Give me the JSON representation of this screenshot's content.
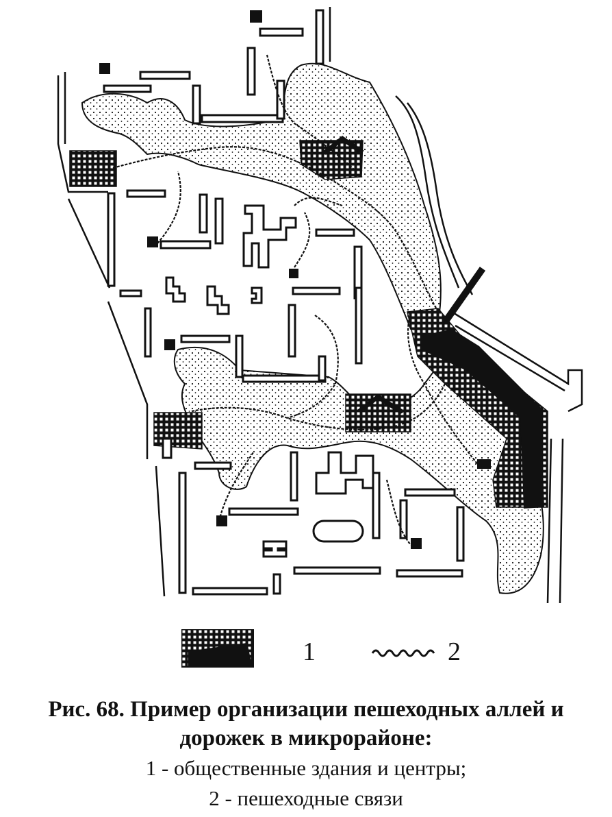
{
  "legend": [
    {
      "number": "1",
      "symbol": "public-buildings-hatch-icon"
    },
    {
      "number": "2",
      "symbol": "footpath-wavy-line-icon"
    }
  ],
  "caption": {
    "title_line1": "Рис. 68. Пример организации пешеходных аллей и",
    "title_line2": "дорожек в микрорайоне:",
    "item1": "1 - общественные здания и центры;",
    "item2": "2 - пешеходные связи"
  },
  "colors": {
    "ink": "#111111",
    "paper": "#ffffff"
  }
}
